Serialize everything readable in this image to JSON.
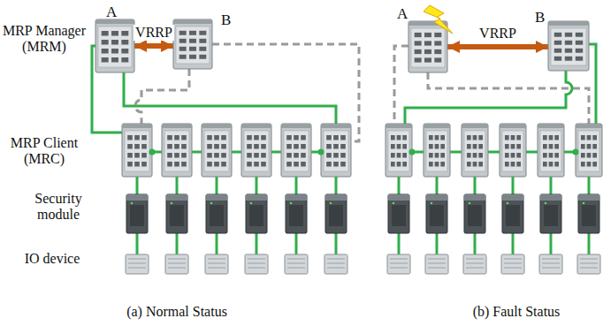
{
  "diagram": {
    "nodes": [
      {
        "text": [
          "A"
        ]
      },
      {
        "text": [
          "B"
        ]
      },
      {
        "text": [
          "A"
        ]
      },
      {
        "text": [
          "B"
        ]
      }
    ],
    "edges": [
      {
        "from": 0,
        "to": 1,
        "arrow": "both",
        "label": "VRRP"
      },
      {
        "from": 2,
        "to": 3,
        "arrow": "both",
        "label": "VRRP"
      }
    ],
    "labels": [
      "MRP Manager (MRM)",
      "MRP Client (MRC)",
      "Security module",
      "IO device",
      "(a) Normal Status",
      "(b) Fault Status"
    ]
  }
}
